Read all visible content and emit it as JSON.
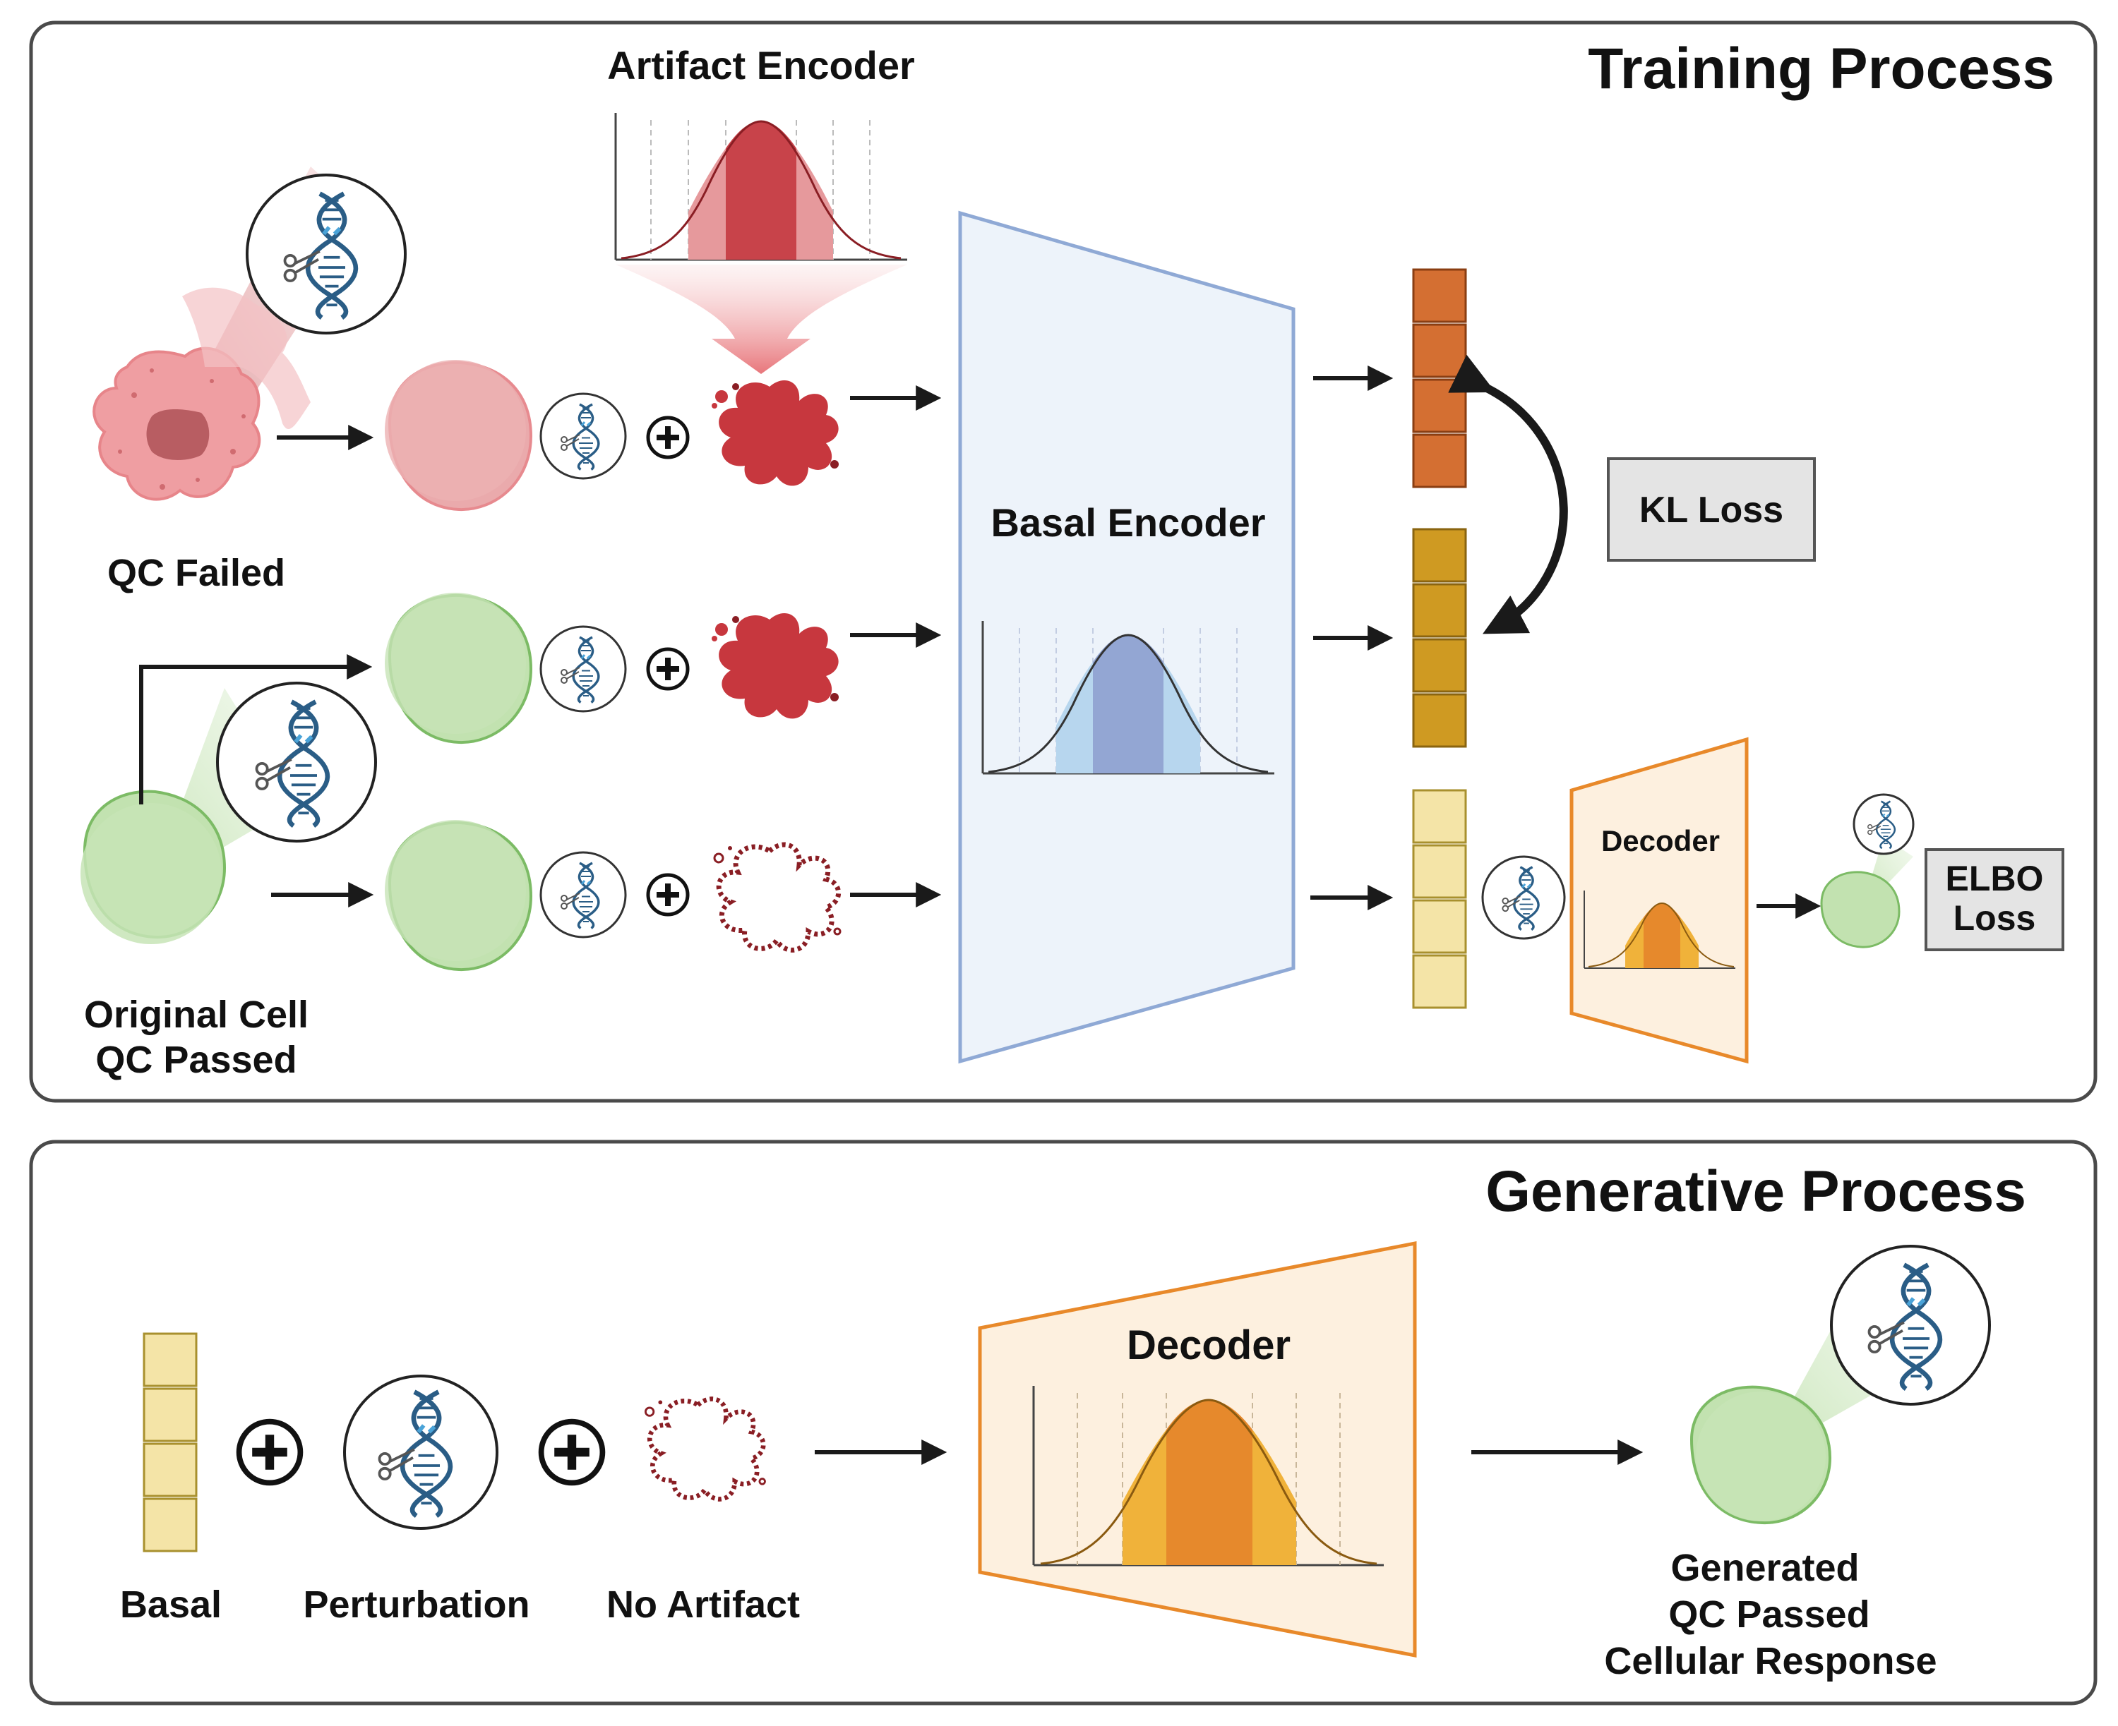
{
  "training": {
    "title": "Training Process",
    "artifact_encoder": "Artifact Encoder",
    "basal_encoder": "Basal Encoder",
    "qc_failed": "QC Failed",
    "original_cell_line1": "Original Cell",
    "original_cell_line2": "QC Passed",
    "kl_loss": "KL Loss",
    "decoder": "Decoder",
    "elbo_line1": "ELBO",
    "elbo_line2": "Loss"
  },
  "generative": {
    "title": "Generative Process",
    "decoder": "Decoder",
    "basal": "Basal",
    "perturbation": "Perturbation",
    "no_artifact": "No Artifact",
    "generated_line1": "Generated",
    "generated_line2": "QC Passed",
    "generated_line3": "Cellular Response"
  },
  "colors": {
    "artifact_red": "#c8434a",
    "basal_blue": "#8fa6d4",
    "encoder_fill": "#edf3fa",
    "encoder_stroke": "#8fa9d5",
    "decoder_fill": "#fdf0df",
    "decoder_stroke": "#e8892a",
    "latent_red": "#d46f32",
    "latent_gold": "#cf9a22",
    "latent_pale": "#f4e4a7",
    "cell_green": "#c2e2b0",
    "cell_pink": "#eaaaac",
    "dna_blue": "#2a5d86"
  },
  "icons": [
    "dna-scissors-icon",
    "plus-icon",
    "artifact-splat-icon",
    "no-artifact-outline-icon",
    "arrow-icon"
  ]
}
